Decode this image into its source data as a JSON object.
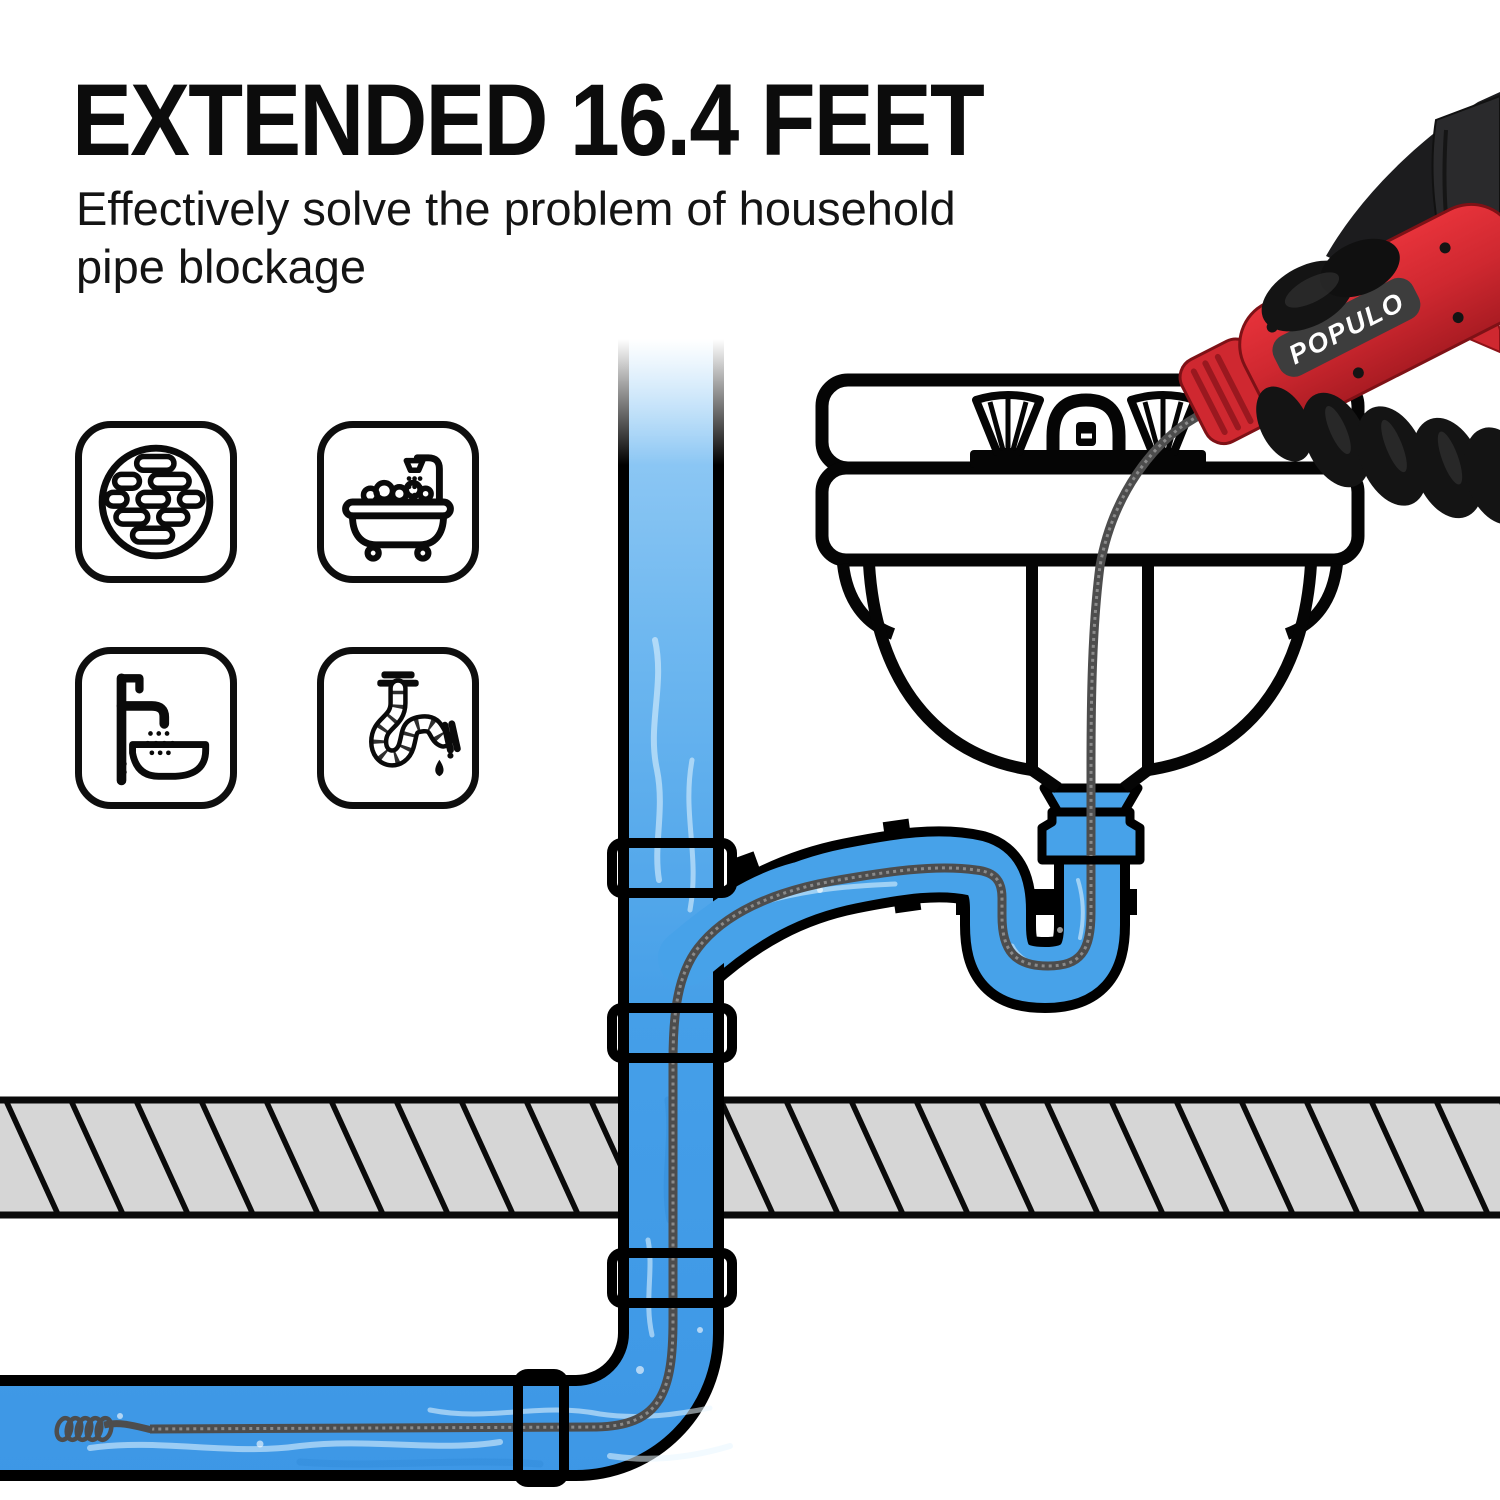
{
  "page": {
    "background_color": "#ffffff"
  },
  "header": {
    "title": "EXTENDED 16.4 FEET",
    "subtitle_line1": "Effectively solve the problem of household",
    "subtitle_line2": "pipe blockage"
  },
  "feature_icons": [
    {
      "name": "floor-drain-icon"
    },
    {
      "name": "bathtub-shower-icon"
    },
    {
      "name": "faucet-sink-icon"
    },
    {
      "name": "flexible-drain-pipe-icon"
    }
  ],
  "tool": {
    "brand_label": "POPULO",
    "body_color": "#cf2830",
    "label_plate_color": "#3d3d3d",
    "glove_color": "#141414"
  },
  "diagram": {
    "water_color": "#459fe8",
    "water_highlight": "#a6d4f7",
    "pipe_outline_color": "#000000",
    "floor_fill_color": "#d6d6d6",
    "cable_color": "#4d4d4d"
  }
}
